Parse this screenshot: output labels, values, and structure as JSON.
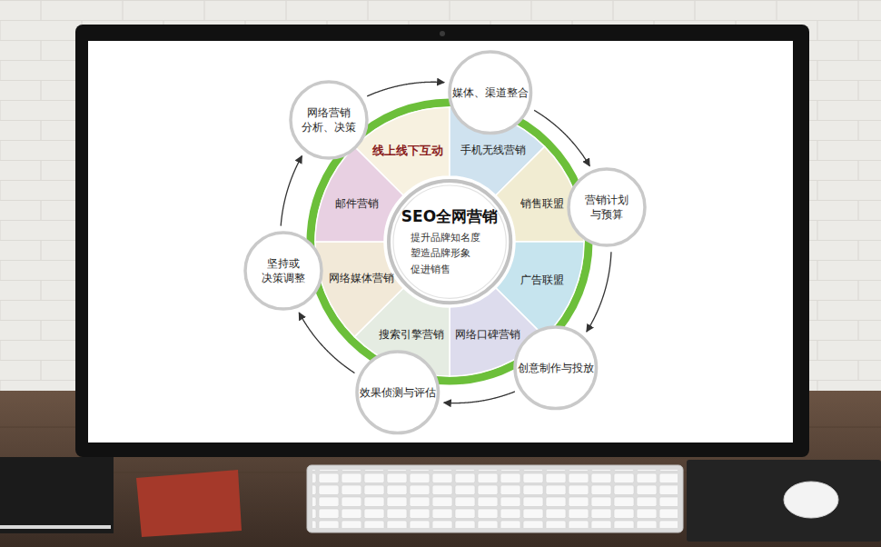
{
  "diagram": {
    "nodes": [
      {
        "text": [
          "网络营销 分析、决策"
        ]
      },
      {
        "text": [
          "媒体、渠道整合"
        ]
      },
      {
        "text": [
          "营销计划 与预算"
        ]
      },
      {
        "text": [
          "创意制作与投放"
        ]
      },
      {
        "text": [
          "效果侦测与评估"
        ]
      },
      {
        "text": [
          "坚持或 决策调整"
        ]
      },
      {
        "text": [
          "SEO全网营销",
          "提升品牌知名度 塑造品牌形象 促进销售"
        ]
      },
      {
        "text": [
          "线上线下互动"
        ]
      },
      {
        "text": [
          "手机无线营销"
        ]
      },
      {
        "text": [
          "销售联盟"
        ]
      },
      {
        "text": [
          "广告联盟"
        ]
      },
      {
        "text": [
          "网络口碑营销"
        ]
      },
      {
        "text": [
          "搜索引擎营销"
        ]
      },
      {
        "text": [
          "网络媒体营销"
        ]
      },
      {
        "text": [
          "邮件营销"
        ]
      }
    ],
    "edges": [
      {
        "from": 0,
        "to": 1,
        "arrow": "to"
      },
      {
        "from": 1,
        "to": 2,
        "arrow": "to"
      },
      {
        "from": 2,
        "to": 3,
        "arrow": "to"
      },
      {
        "from": 3,
        "to": 4,
        "arrow": "to"
      },
      {
        "from": 4,
        "to": 5,
        "arrow": "to"
      },
      {
        "from": 5,
        "to": 0,
        "arrow": "to"
      }
    ]
  }
}
